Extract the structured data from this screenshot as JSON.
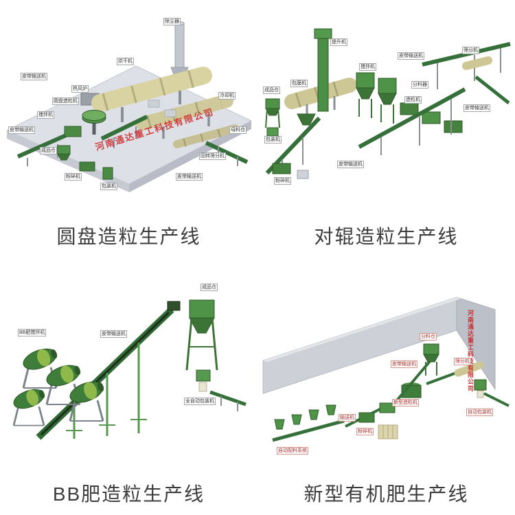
{
  "watermark": {
    "text": "河南通达重工科技有限公司",
    "color": "#c62222"
  },
  "panels": [
    {
      "id": "disc-granulation-line",
      "caption": "圆盘造粒生产线",
      "labels": [
        "除尘器",
        "烘干机",
        "热风炉",
        "皮带输送机",
        "圆盘造粒机",
        "搅拌机",
        "皮带输送机",
        "成品仓",
        "粉碎机",
        "包装机",
        "冷却机",
        "回转筛分机",
        "母料仓",
        "皮带输送机"
      ]
    },
    {
      "id": "roller-granulation-line",
      "caption": "对辊造粒生产线",
      "labels": [
        "成品仓",
        "包装机",
        "提升机",
        "包膜机",
        "皮带输送机",
        "筛分机",
        "分料器",
        "搅拌机",
        "造粒机",
        "皮带输送机",
        "粉碎机",
        "皮带输送机"
      ]
    },
    {
      "id": "bb-fertilizer-line",
      "caption": "BB肥造粒生产线",
      "labels": [
        "BB肥搅拌机",
        "皮带输送机",
        "成品仓",
        "全自动包装机"
      ]
    },
    {
      "id": "organic-fertilizer-line",
      "caption": "新型有机肥生产线",
      "labels": [
        "分料仓",
        "皮带输送机",
        "输送机",
        "粉碎机",
        "新型造粒机",
        "筛分机",
        "自动包装机",
        "自动配料系统"
      ]
    }
  ]
}
